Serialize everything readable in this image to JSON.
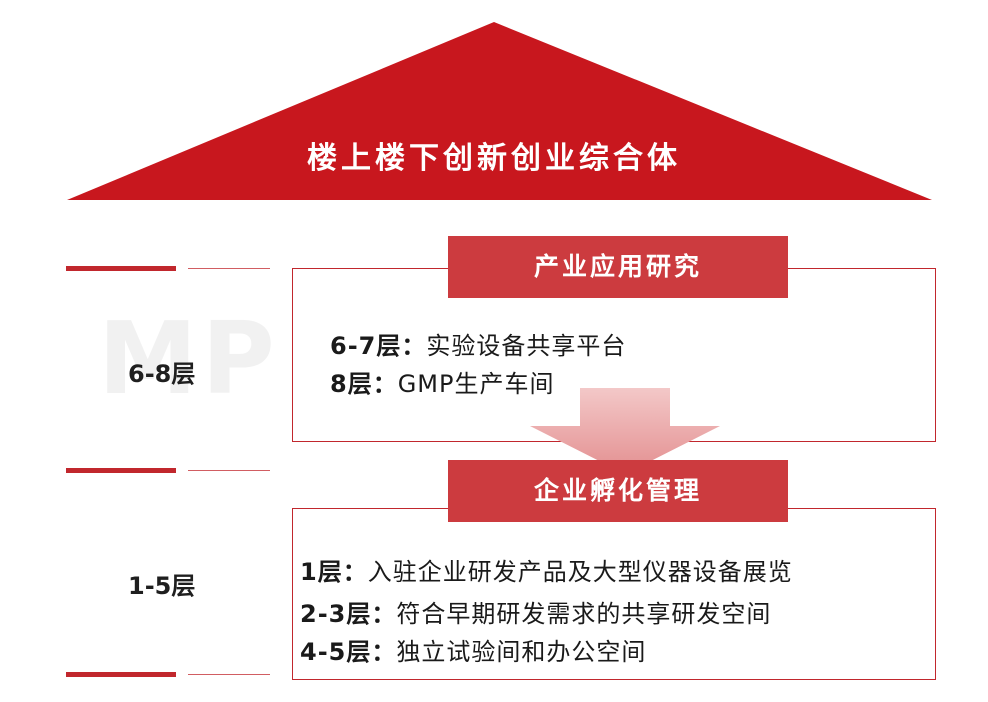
{
  "roof": {
    "title": "楼上楼下创新创业综合体"
  },
  "upper": {
    "floor_label": "6-8层",
    "section_title": "产业应用研究",
    "lines": [
      {
        "label": "6-7层：",
        "text": "实验设备共享平台"
      },
      {
        "label": "8层：",
        "text": "GMP生产车间"
      }
    ]
  },
  "lower": {
    "floor_label": "1-5层",
    "section_title": "企业孵化管理",
    "lines": [
      {
        "label": "1层：",
        "text": "入驻企业研发产品及大型仪器设备展览"
      },
      {
        "label": "2-3层：",
        "text": "符合早期研发需求的共享研发空间"
      },
      {
        "label": "4-5层：",
        "text": "独立试验间和办公空间"
      }
    ]
  },
  "colors": {
    "roof": "#c8171e",
    "accent": "#c1272d",
    "tab": "#cc3b3f",
    "arrow": "#e8a3a3"
  }
}
